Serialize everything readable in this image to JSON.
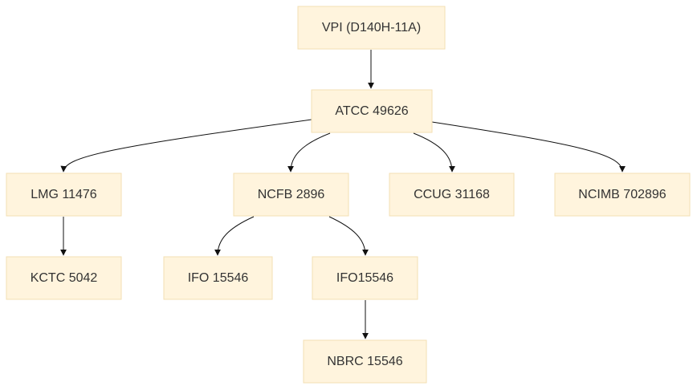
{
  "nodes": [
    {
      "id": "vpi",
      "label": "VPI (D140H-11A)"
    },
    {
      "id": "atcc",
      "label": "ATCC 49626"
    },
    {
      "id": "lmg",
      "label": "LMG 11476"
    },
    {
      "id": "ncfb",
      "label": "NCFB 2896"
    },
    {
      "id": "ccug",
      "label": "CCUG 31168"
    },
    {
      "id": "ncimb",
      "label": "NCIMB 702896"
    },
    {
      "id": "kctc",
      "label": "KCTC 5042"
    },
    {
      "id": "ifo_a",
      "label": "IFO 15546"
    },
    {
      "id": "ifo_b",
      "label": "IFO15546"
    },
    {
      "id": "nbrc",
      "label": "NBRC 15546"
    }
  ],
  "edges": [
    {
      "from": "vpi",
      "to": "atcc"
    },
    {
      "from": "atcc",
      "to": "lmg"
    },
    {
      "from": "atcc",
      "to": "ncfb"
    },
    {
      "from": "atcc",
      "to": "ccug"
    },
    {
      "from": "atcc",
      "to": "ncimb"
    },
    {
      "from": "lmg",
      "to": "kctc"
    },
    {
      "from": "ncfb",
      "to": "ifo_a"
    },
    {
      "from": "ncfb",
      "to": "ifo_b"
    },
    {
      "from": "ifo_b",
      "to": "nbrc"
    }
  ],
  "colors": {
    "node_fill": "#fff4dd",
    "node_border": "#f3dfb3",
    "edge": "#111111",
    "text": "#333333"
  }
}
